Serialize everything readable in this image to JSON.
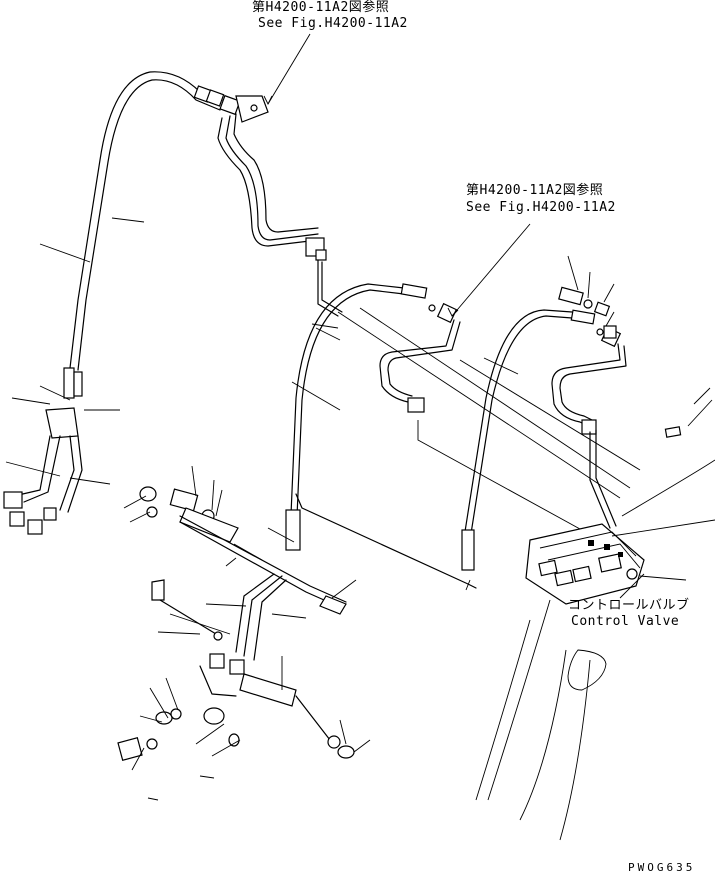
{
  "annotations": {
    "ref_top": {
      "jp": "第H4200-11A2図参照",
      "en": "See Fig.H4200-11A2"
    },
    "ref_mid": {
      "jp": "第H4200-11A2図参照",
      "en": "See Fig.H4200-11A2"
    },
    "control_valve": {
      "jp": "コントロールバルブ",
      "en": "Control Valve"
    }
  },
  "drawing_code": "PWOG635"
}
